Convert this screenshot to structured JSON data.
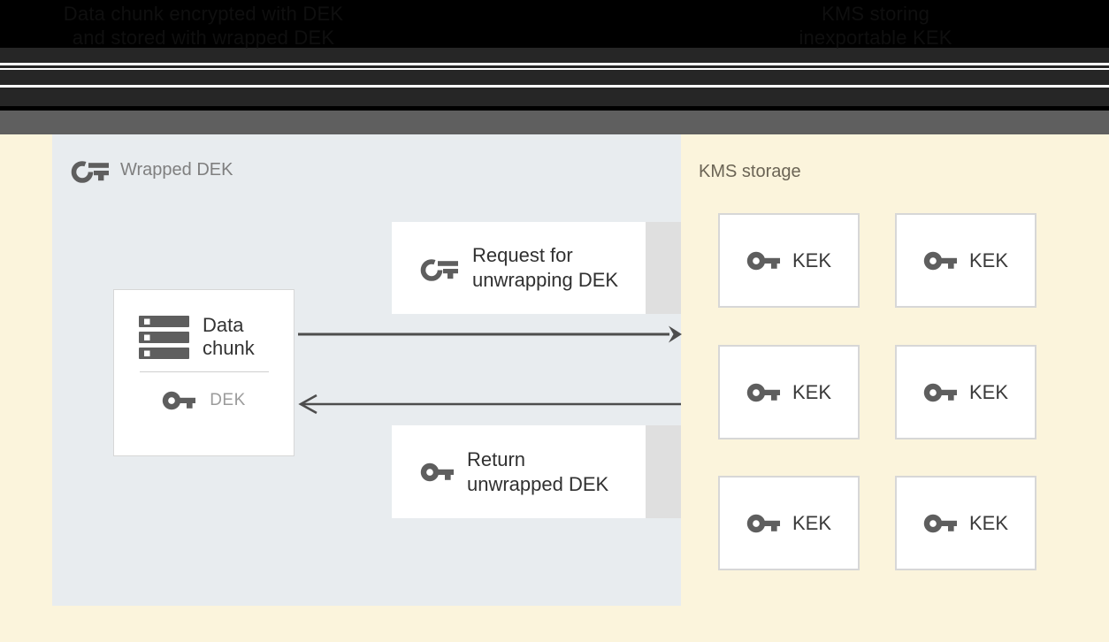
{
  "top_captions": {
    "left_line1": "Data chunk encrypted with DEK",
    "left_line2": "and stored with wrapped DEK",
    "right_line1": "KMS storing",
    "right_line2": "inexportable KEK"
  },
  "diagram": {
    "wrapped_dek_label": "Wrapped DEK",
    "data_chunk": {
      "line1": "Data",
      "line2": "chunk",
      "dek_label": "DEK"
    },
    "request_box": {
      "line1": "Request for",
      "line2": "unwrapping DEK"
    },
    "return_box": {
      "line1": "Return",
      "line2": "unwrapped DEK"
    },
    "kms": {
      "label": "KMS storage",
      "keks": [
        "KEK",
        "KEK",
        "KEK",
        "KEK",
        "KEK",
        "KEK"
      ]
    },
    "icons": [
      "wrapped-key-icon",
      "data-chunk-server-icon",
      "key-icon"
    ]
  },
  "colors": {
    "yellow_bg": "#FBF4DC",
    "panel_bg": "#E8ECEF",
    "tab_gray": "#DFDFDF",
    "band_dark": "#262626",
    "band_gray": "#5F5F5F",
    "caption_text": "#0F0F0F",
    "icon_gray": "#5E5E5E",
    "text_dark": "#333333",
    "text_mid": "#9B9B9B",
    "label_gray": "#7F7F7F",
    "kms_label": "#6B6455",
    "arrow": "#4D4D4D",
    "box_border": "#D7D7D7"
  }
}
